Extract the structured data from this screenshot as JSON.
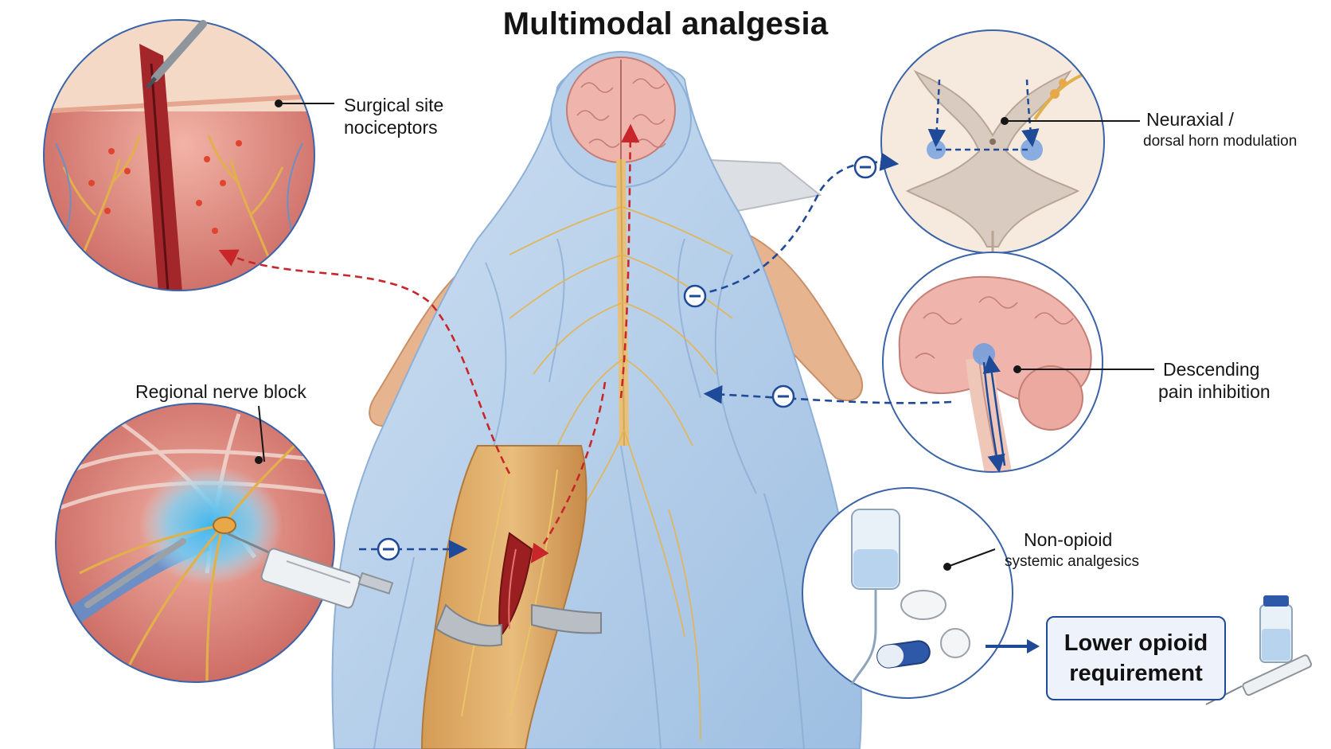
{
  "title": "Multimodal analgesia",
  "labels": {
    "surgical_site": {
      "line1": "Surgical site",
      "line2": "nociceptors"
    },
    "neuraxial": {
      "line1": "Neuraxial /",
      "line2": "dorsal horn modulation"
    },
    "descending": {
      "line1": "Descending",
      "line2": "pain inhibition"
    },
    "regional": {
      "line1": "Regional nerve block"
    },
    "non_opioid": {
      "line1": "Non-opioid",
      "line2": "systemic analgesics"
    }
  },
  "result": {
    "line1": "Lower opioid",
    "line2": "requirement"
  },
  "colors": {
    "ascending_pain": "#c8262a",
    "inhibition": "#1f4a98",
    "nerve": "#e2b55a",
    "drape": "#bcd3ec",
    "tissue": "#d77a72",
    "brain": "#efb5ad",
    "circle_border": "#3b63a8"
  },
  "icons": [
    "inhibition-minus-icon",
    "arrow-icon",
    "iv-bag-icon",
    "tablet-icon",
    "capsule-icon",
    "vial-icon",
    "syringe-icon",
    "scalpel-icon"
  ]
}
